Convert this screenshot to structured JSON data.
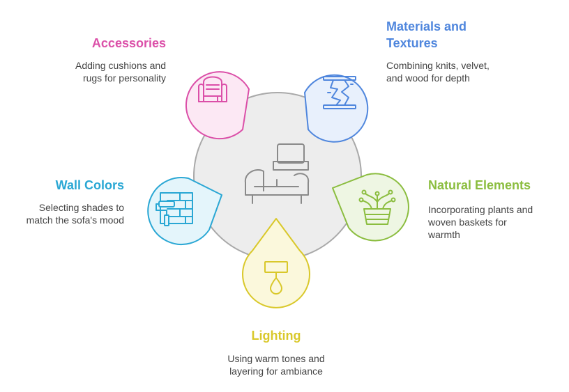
{
  "diagram": {
    "center_icon": "sofa-icon",
    "items": [
      {
        "key": "accessories",
        "title": "Accessories",
        "description": "Adding cushions and\nrugs for personality",
        "color": "#DB4FA8",
        "fill": "#FCE8F4",
        "icon": "armchair-icon"
      },
      {
        "key": "materials",
        "title": "Materials and\nTextures",
        "description": "Combining knits, velvet,\nand wood for depth",
        "color": "#4F86DD",
        "fill": "#E8F0FC",
        "icon": "fabric-rack-icon"
      },
      {
        "key": "natural",
        "title": "Natural Elements",
        "description": "Incorporating plants and\nwoven baskets for\nwarmth",
        "color": "#8BBD3F",
        "fill": "#EEF6E3",
        "icon": "plant-basket-icon"
      },
      {
        "key": "lighting",
        "title": "Lighting",
        "description": "Using warm tones and\nlayering for ambiance",
        "color": "#D9C82A",
        "fill": "#FBF8DC",
        "icon": "lamp-icon"
      },
      {
        "key": "wall",
        "title": "Wall Colors",
        "description": "Selecting shades to\nmatch the sofa's mood",
        "color": "#2AA7D4",
        "fill": "#E4F5FB",
        "icon": "paint-roller-icon"
      }
    ]
  }
}
